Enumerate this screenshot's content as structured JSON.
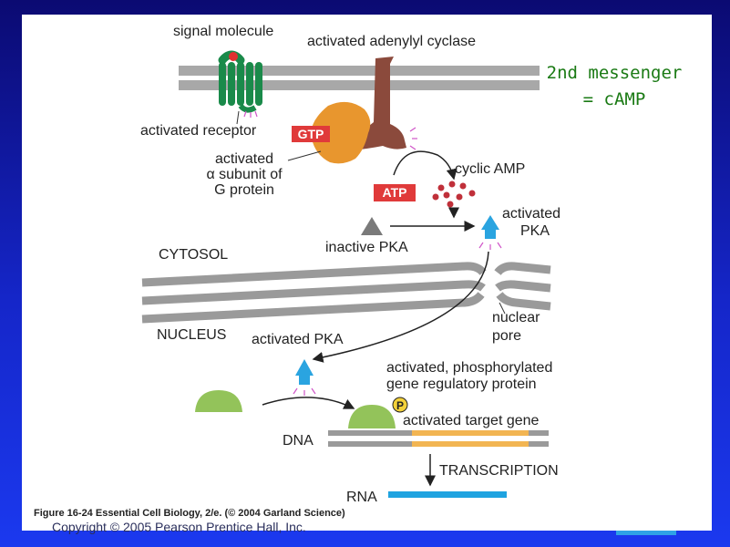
{
  "labels": {
    "signal_molecule": "signal molecule",
    "adenylyl_cyclase": "activated adenylyl cyclase",
    "second_messenger_line1": "2nd messenger",
    "second_messenger_line2": "= cAMP",
    "activated_receptor": "activated receptor",
    "gtp": "GTP",
    "alpha_line1": "activated",
    "alpha_line2": "α subunit of",
    "alpha_line3": "G protein",
    "cyclic_amp": "cyclic AMP",
    "atp": "ATP",
    "activated_pka_top_line1": "activated",
    "activated_pka_top_line2": "PKA",
    "inactive_pka": "inactive PKA",
    "cytosol": "CYTOSOL",
    "nucleus": "NUCLEUS",
    "activated_pka_nucleus": "activated PKA",
    "nuclear_pore_line1": "nuclear",
    "nuclear_pore_line2": "pore",
    "gene_reg_line1": "activated, phosphorylated",
    "gene_reg_line2": "gene regulatory protein",
    "phosphate": "P",
    "target_gene": "activated target gene",
    "dna": "DNA",
    "transcription": "TRANSCRIPTION",
    "rna": "RNA"
  },
  "caption": "Figure 16-24  Essential Cell Biology, 2/e. (© 2004 Garland Science)",
  "copyright": "Copyright © 2005 Pearson Prentice Hall, Inc.",
  "colors": {
    "background_top": "#0b0a72",
    "background_bottom": "#1b39ef",
    "receptor": "#1a8a4a",
    "signal": "#e03030",
    "cyclase": "#8b4a3c",
    "g_protein": "#e8962e",
    "tag_red": "#e03a3a",
    "pka_active": "#2aa4e0",
    "pka_inactive": "#7a7a7a",
    "regulatory_protein": "#93c35a",
    "gene": "#f2b552",
    "rna": "#1fa3e0",
    "messenger_text": "#1a7a14"
  }
}
